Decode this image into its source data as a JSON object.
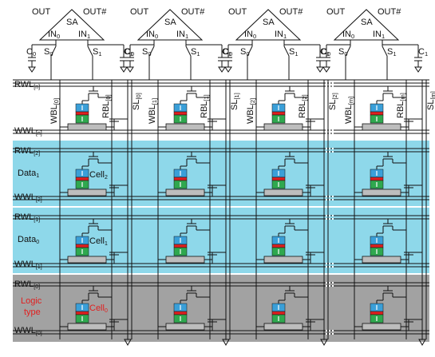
{
  "sense_amp": {
    "sa": "SA",
    "out": "OUT",
    "out_bar": "OUT#",
    "in0": "IN",
    "in0_sub": "0",
    "in1": "IN",
    "in1_sub": "1",
    "s0": "S",
    "s0_sub": "0",
    "s1": "S",
    "s1_sub": "1",
    "c0": "C",
    "c0_sub": "0",
    "c1": "C",
    "c1_sub": "1"
  },
  "columns": [
    {
      "wbl": "WBL",
      "wbl_sub": "[0]",
      "rbl": "RBL",
      "rbl_sub": "[0]",
      "sl": "SL",
      "sl_sub": "[0]"
    },
    {
      "wbl": "WBL",
      "wbl_sub": "[1]",
      "rbl": "RBL",
      "rbl_sub": "[1]",
      "sl": "SL",
      "sl_sub": "[1]"
    },
    {
      "wbl": "WBL",
      "wbl_sub": "[2]",
      "rbl": "RBL",
      "rbl_sub": "[2]",
      "sl": "SL",
      "sl_sub": "[2]"
    },
    {
      "wbl": "WBL",
      "wbl_sub": "[m]",
      "rbl": "RBL",
      "rbl_sub": "[m]",
      "sl": "SL",
      "sl_sub": "[m]"
    }
  ],
  "rows": [
    {
      "rwl": "RWL",
      "rwl_sub": "[n]",
      "wwl": "WWL",
      "wwl_sub": "[n]"
    },
    {
      "rwl": "RWL",
      "rwl_sub": "[2]",
      "wwl": "WWL",
      "wwl_sub": "[2]",
      "group": "Data",
      "group_sub": "1",
      "cell": "Cell",
      "cell_sub": "2"
    },
    {
      "rwl": "RWL",
      "rwl_sub": "[1]",
      "wwl": "WWL",
      "wwl_sub": "[1]",
      "group": "Data",
      "group_sub": "0",
      "cell": "Cell",
      "cell_sub": "1"
    },
    {
      "rwl": "RWL",
      "rwl_sub": "[0]",
      "wwl": "WWL",
      "wwl_sub": "[0]",
      "group_line1": "Logic",
      "group_line2": "type",
      "cell": "Cell",
      "cell_sub": "0"
    }
  ],
  "colors": {
    "data_region": "#8ed8ea",
    "logic_region": "#a2a2a2",
    "mtj_free": "#3a9fd8",
    "mtj_barrier": "#e02020",
    "mtj_ref": "#2fa84f",
    "logic_label": "#e02020",
    "wire": "#111111"
  },
  "icons": [
    "sense-amp-triangle",
    "switch",
    "capacitor",
    "mtj",
    "transistor",
    "ground"
  ]
}
